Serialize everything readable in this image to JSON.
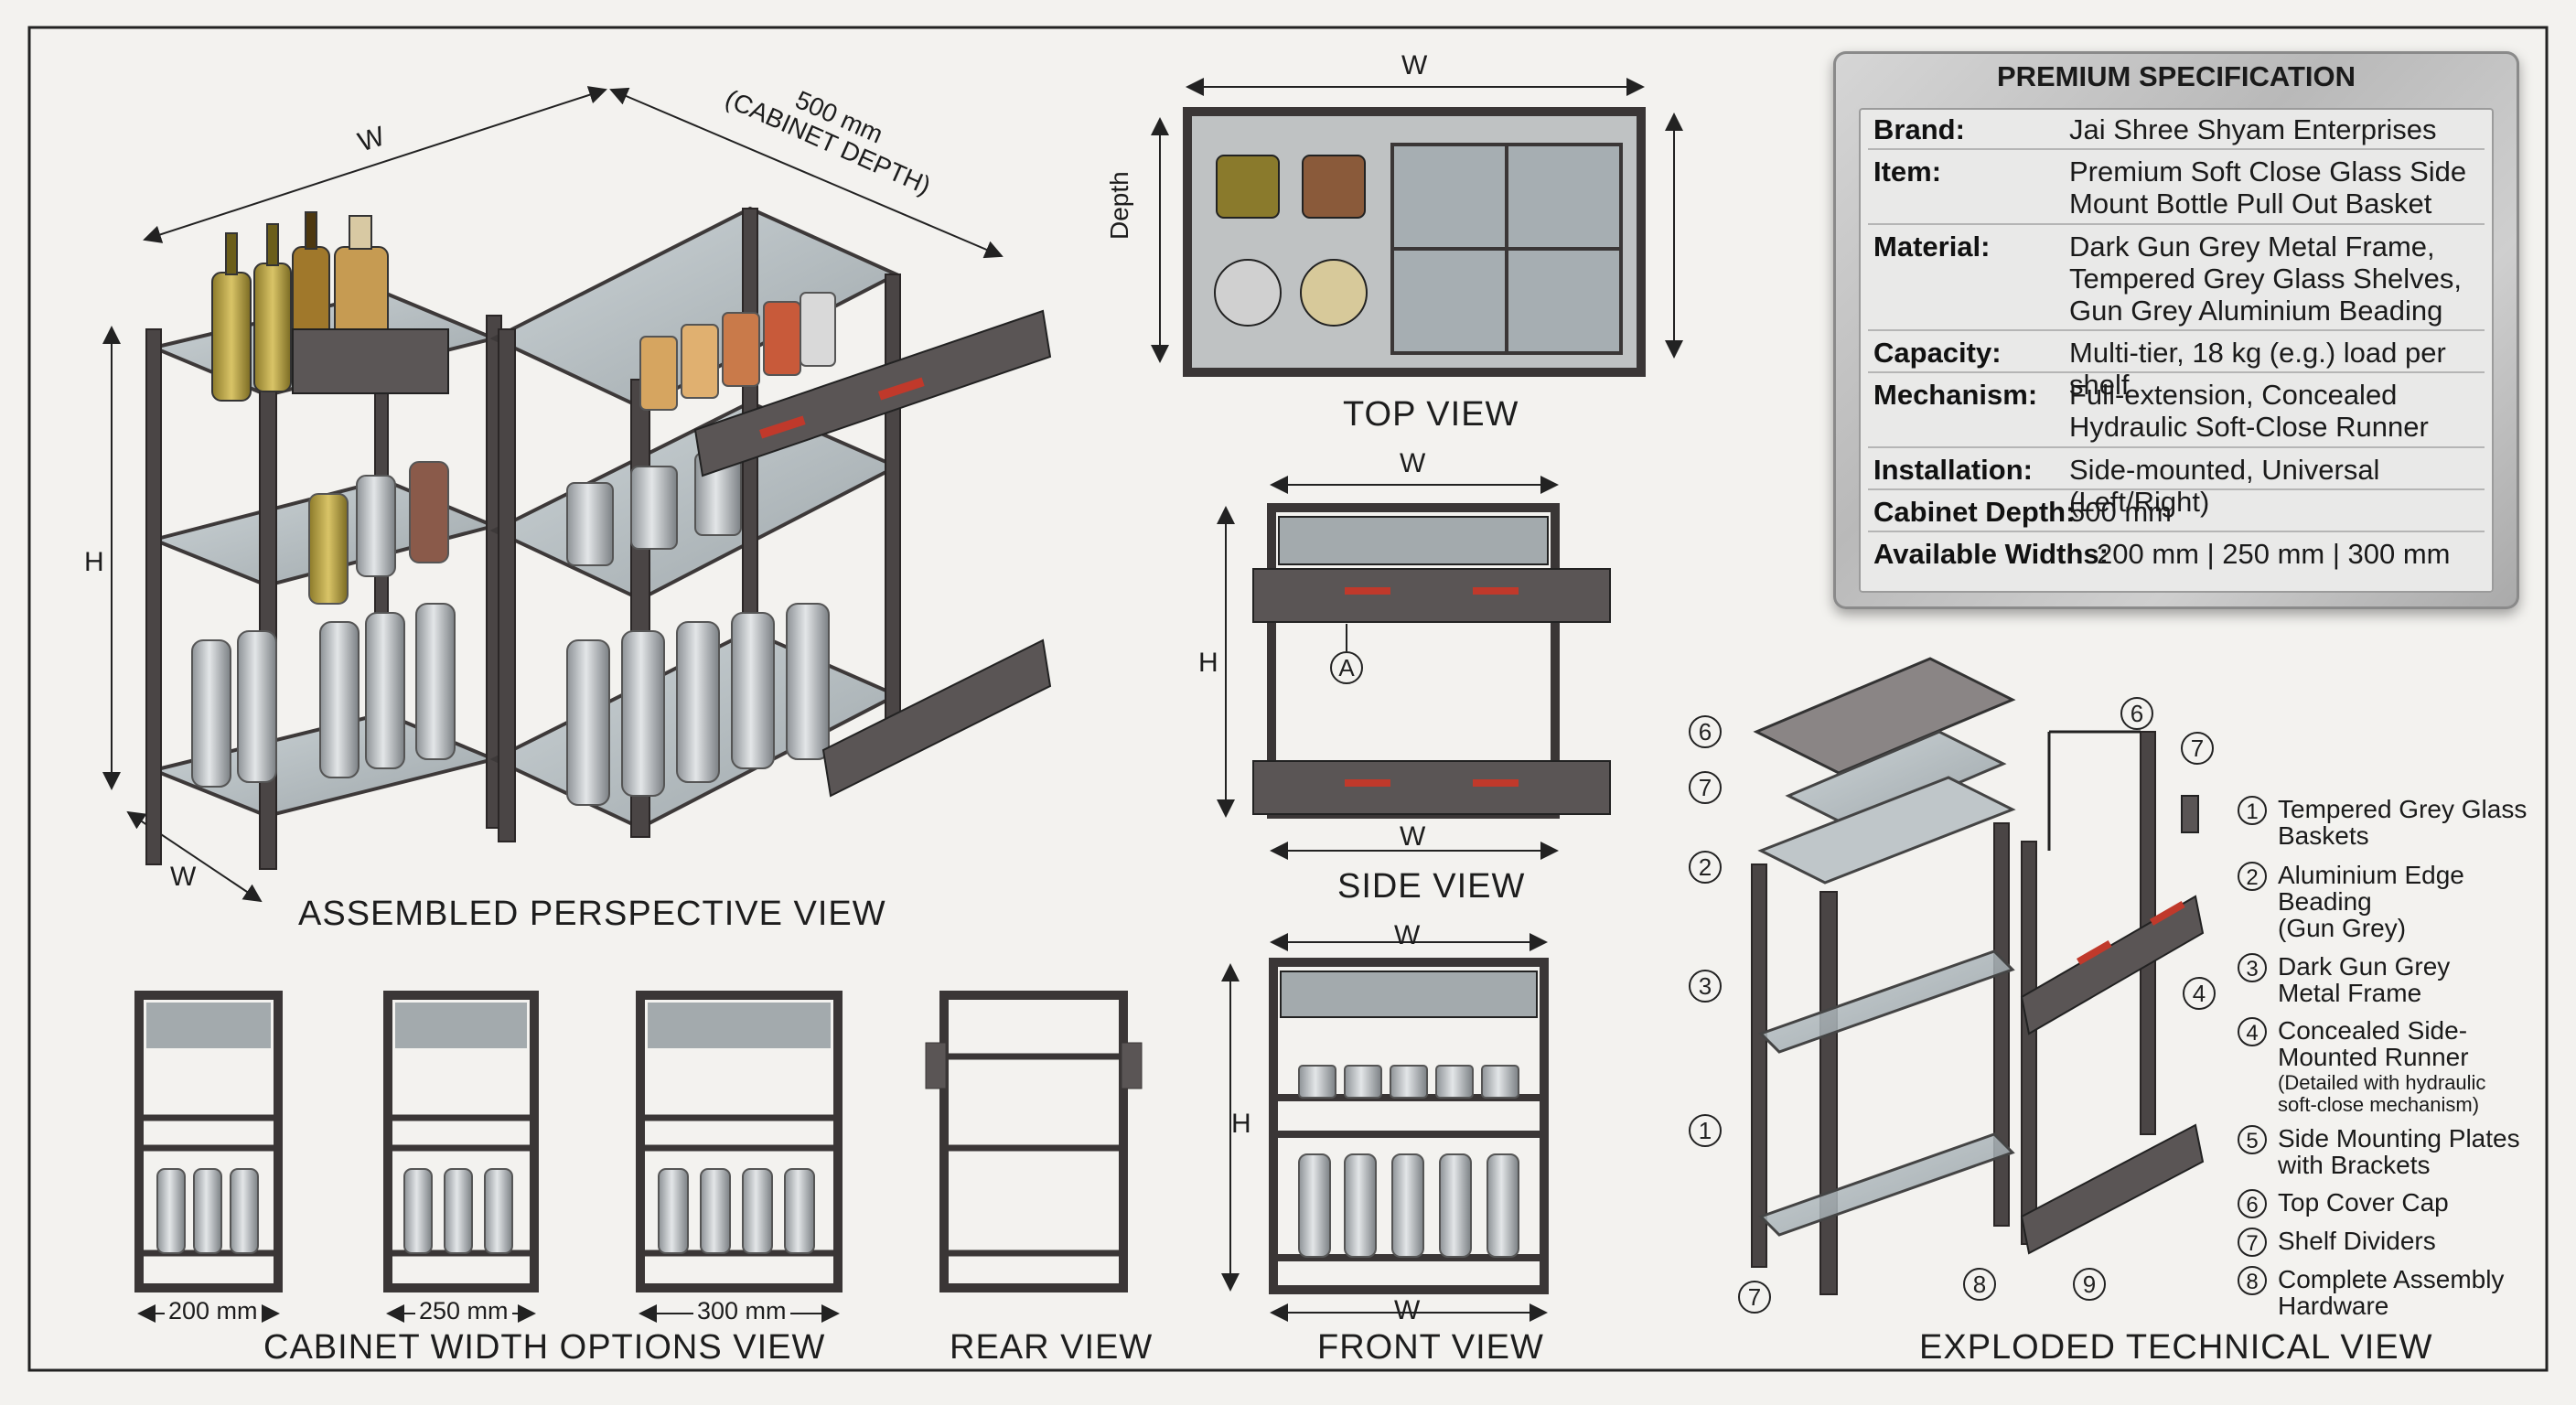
{
  "perspective": {
    "title": "ASSEMBLED PERSPECTIVE VIEW",
    "width_label": "W",
    "depth_label": "500 mm\n(CABINET DEPTH)",
    "height_label": "H",
    "bottom_width_label": "W"
  },
  "top_view": {
    "title": "TOP VIEW",
    "width_label": "W",
    "depth_label": "Depth"
  },
  "side_view": {
    "title": "SIDE VIEW",
    "top_width_label": "W",
    "bottom_width_label": "W",
    "height_label": "H",
    "callout": "A"
  },
  "front_view": {
    "title": "FRONT VIEW",
    "top_width_label": "W",
    "bottom_width_label": "W",
    "height_label": "H"
  },
  "rear_view": {
    "title": "REAR VIEW"
  },
  "width_options": {
    "title": "CABINET WIDTH OPTIONS VIEW",
    "options": [
      "200 mm",
      "250 mm",
      "300 mm"
    ]
  },
  "exploded": {
    "title": "EXPLODED TECHNICAL VIEW",
    "callouts": [
      "6",
      "7",
      "2",
      "3",
      "1",
      "7",
      "8",
      "9",
      "4",
      "6",
      "7"
    ]
  },
  "spec": {
    "title": "PREMIUM SPECIFICATION",
    "rows": [
      {
        "key": "Brand:",
        "value": "Jai Shree Shyam Enterprises"
      },
      {
        "key": "Item:",
        "value": "Premium Soft Close Glass Side\nMount Bottle Pull Out Basket"
      },
      {
        "key": "Material:",
        "value": "Dark Gun Grey Metal Frame,\nTempered Grey Glass Shelves,\nGun Grey Aluminium Beading"
      },
      {
        "key": "Capacity:",
        "value": "Multi-tier, 18 kg (e.g.) load per shelf"
      },
      {
        "key": "Mechanism:",
        "value": "Full-extension, Concealed\nHydraulic Soft-Close Runner"
      },
      {
        "key": "Installation:",
        "value": "Side-mounted, Universal (Left/Right)"
      },
      {
        "key": "Cabinet Depth:",
        "value": "500 mm"
      },
      {
        "key": "Available Widths:",
        "value": "200 mm | 250 mm | 300 mm"
      }
    ]
  },
  "legend": [
    {
      "num": "1",
      "text": "Tempered Grey Glass\nBaskets"
    },
    {
      "num": "2",
      "text": "Aluminium Edge\nBeading\n(Gun Grey)"
    },
    {
      "num": "3",
      "text": "Dark Gun Grey\nMetal Frame"
    },
    {
      "num": "4",
      "text": "Concealed Side-\nMounted Runner",
      "note": "(Detailed with hydraulic\nsoft-close mechanism)"
    },
    {
      "num": "5",
      "text": "Side Mounting Plates\nwith Brackets"
    },
    {
      "num": "6",
      "text": "Top Cover Cap"
    },
    {
      "num": "7",
      "text": "Shelf Dividers"
    },
    {
      "num": "8",
      "text": "Complete Assembly\nHardware"
    }
  ],
  "colors": {
    "frame": "#4a4545",
    "glass": "#a9b2b6",
    "runner_accent": "#c0392b",
    "background": "#f3f2ef"
  }
}
